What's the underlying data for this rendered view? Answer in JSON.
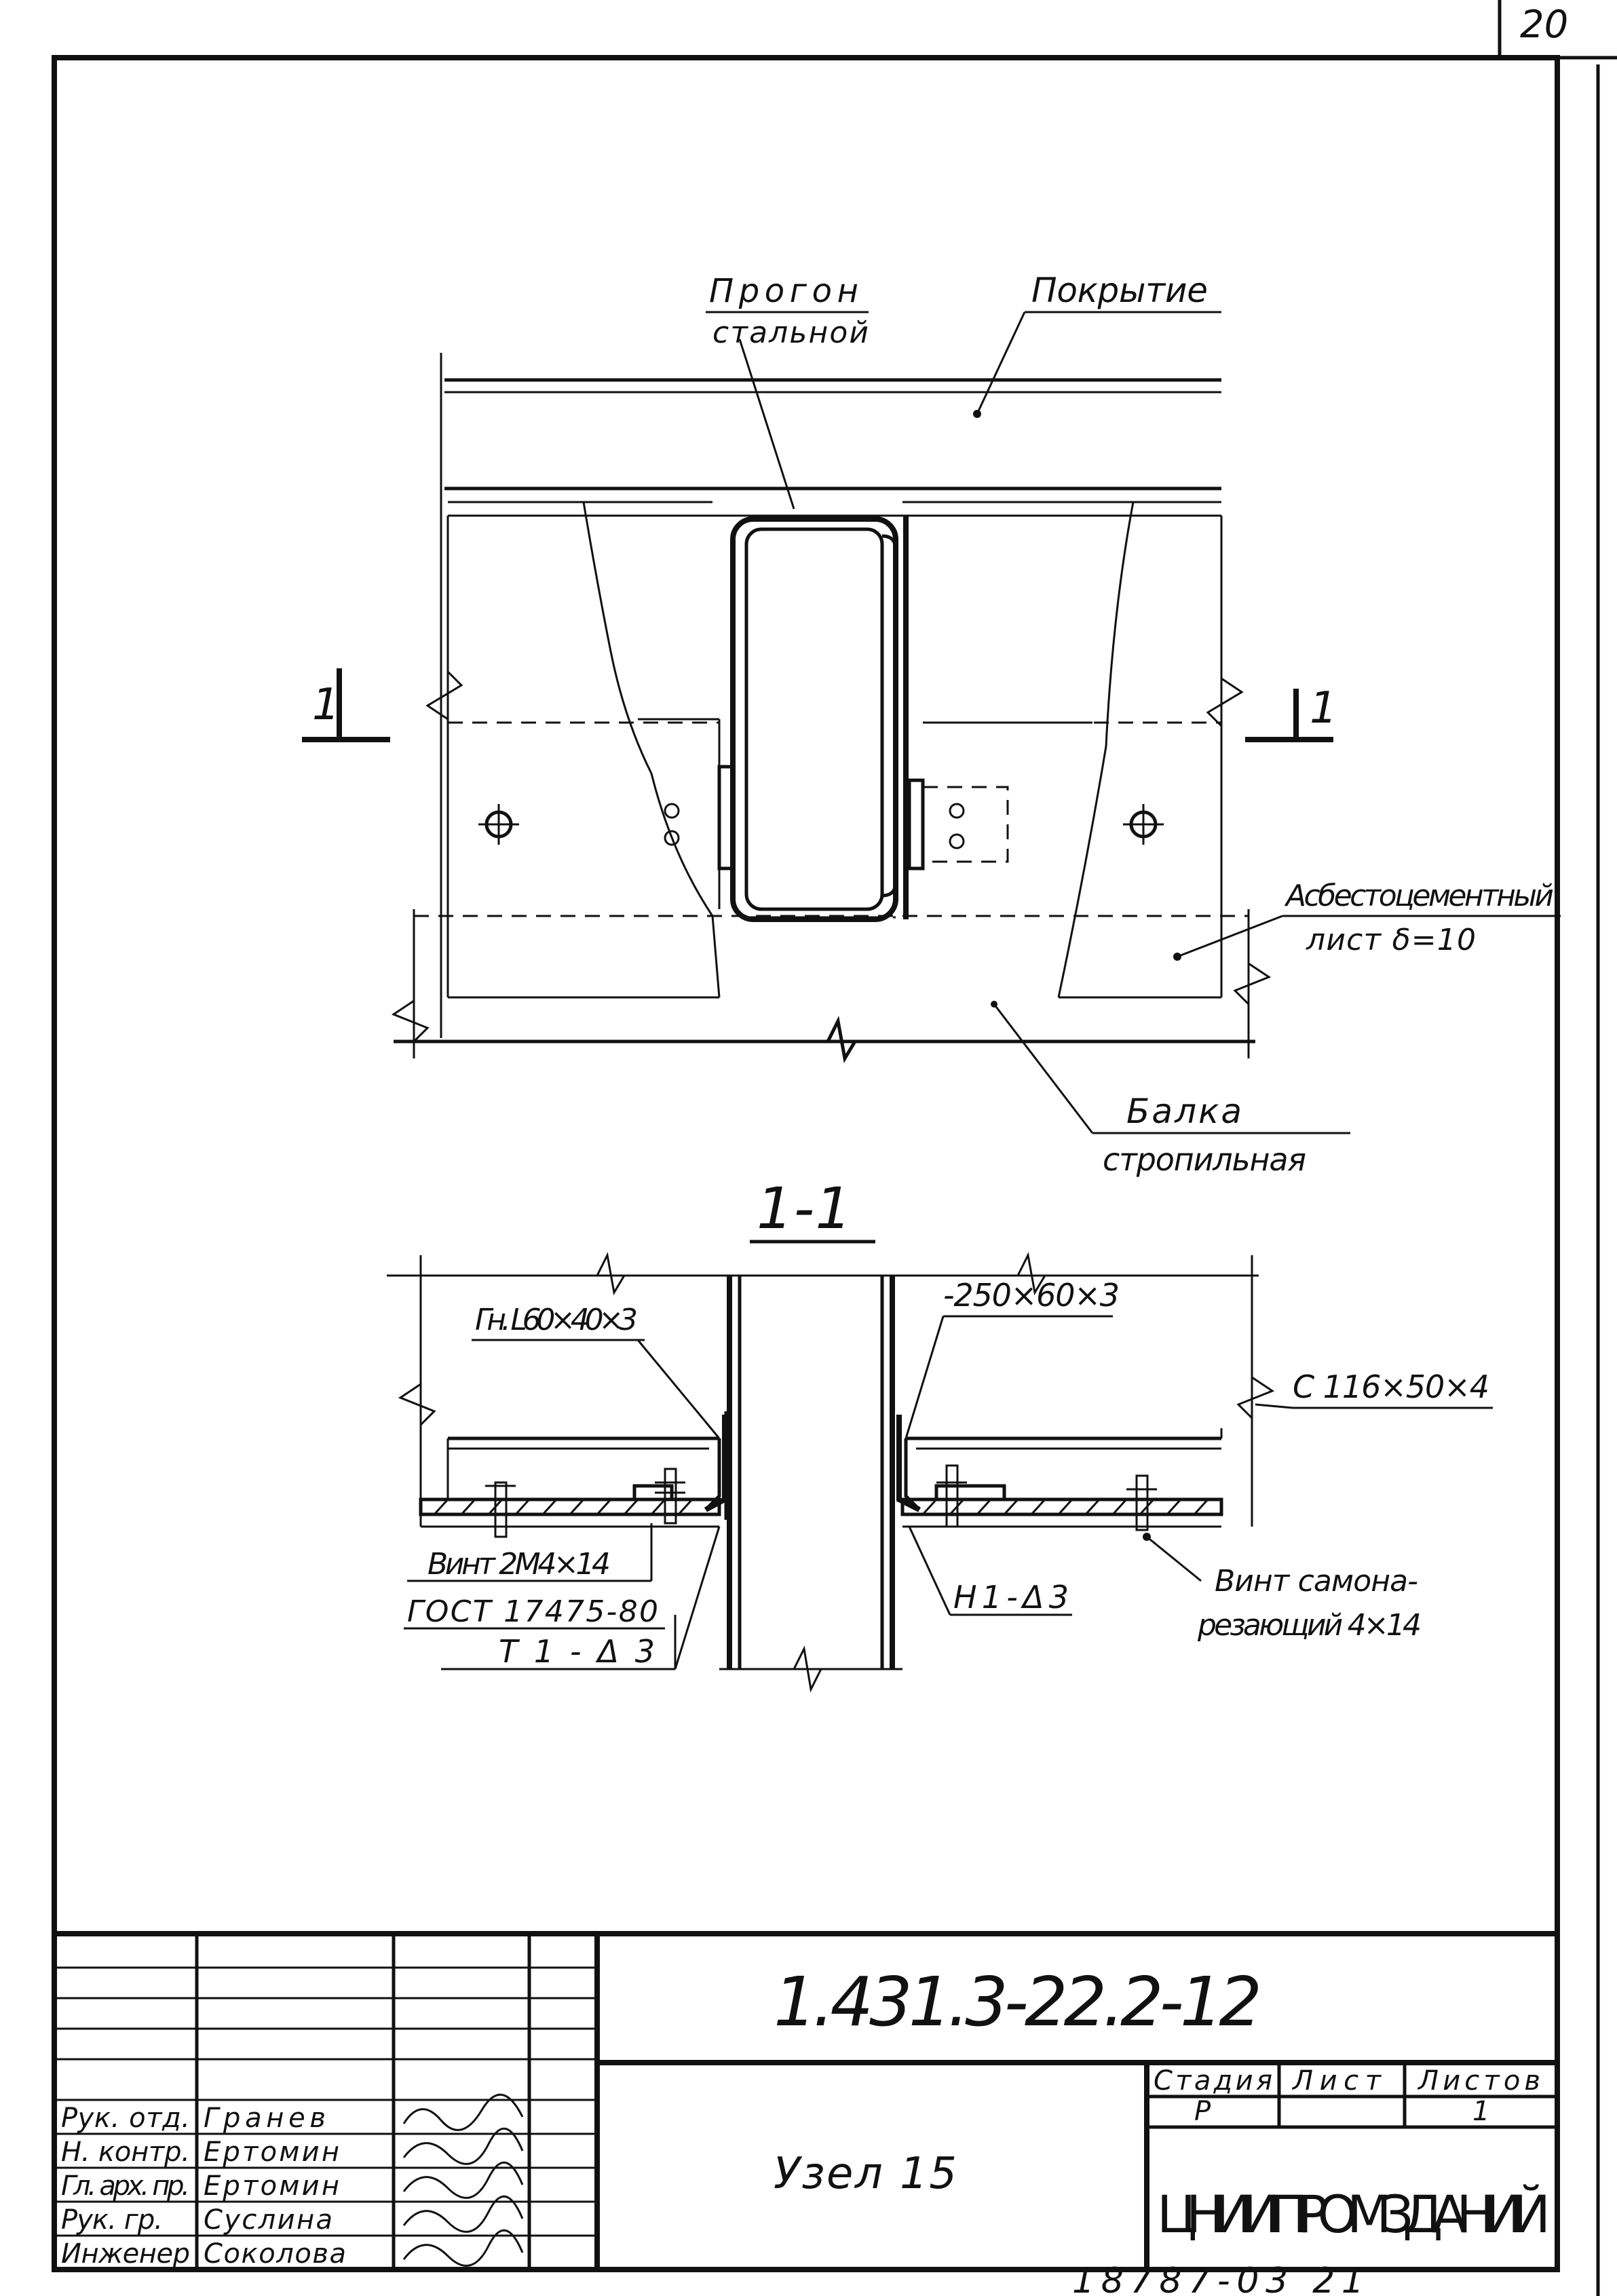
{
  "sheet_number": "20",
  "drawing": {
    "labels": {
      "purlin": [
        "Прогон",
        "стальной"
      ],
      "roofing": "Покрытие",
      "asbestos": [
        "Асбестоцементный",
        "лист δ=10"
      ],
      "beam": [
        "Балка",
        "стропильная"
      ],
      "section_mark": "1"
    },
    "section": {
      "title": "1-1",
      "labels": {
        "angle": "Гн. L60×40×3",
        "plate": "-250×60×3",
        "channel": "С 116×50×4",
        "screw_left": [
          "Винт 2М4×14",
          "ГОСТ 17475-80"
        ],
        "weld_left": "Т1-Δ3",
        "weld_right": "Н1-Δ3",
        "screw_right": [
          "Винт самона-",
          "резающий 4×14"
        ]
      }
    }
  },
  "title_block": {
    "code": "1.431.3-22.2-12",
    "title": "Узел 15",
    "roles": [
      {
        "role": "Рук. отд.",
        "name": "Гранев"
      },
      {
        "role": "Н. контр.",
        "name": "Ертомин"
      },
      {
        "role": "Гл. арх. пр.",
        "name": "Ертомин"
      },
      {
        "role": "Рук. гр.",
        "name": "Суслина"
      },
      {
        "role": "Инженер",
        "name": "Соколова"
      }
    ],
    "stage_header": "Стадия",
    "sheet_header": "Лист",
    "sheets_header": "Листов",
    "stage": "Р",
    "sheets": "1",
    "organization": "ЦНИИПРОМЗДАНИЙ"
  },
  "footer_number": "18787-03 21"
}
